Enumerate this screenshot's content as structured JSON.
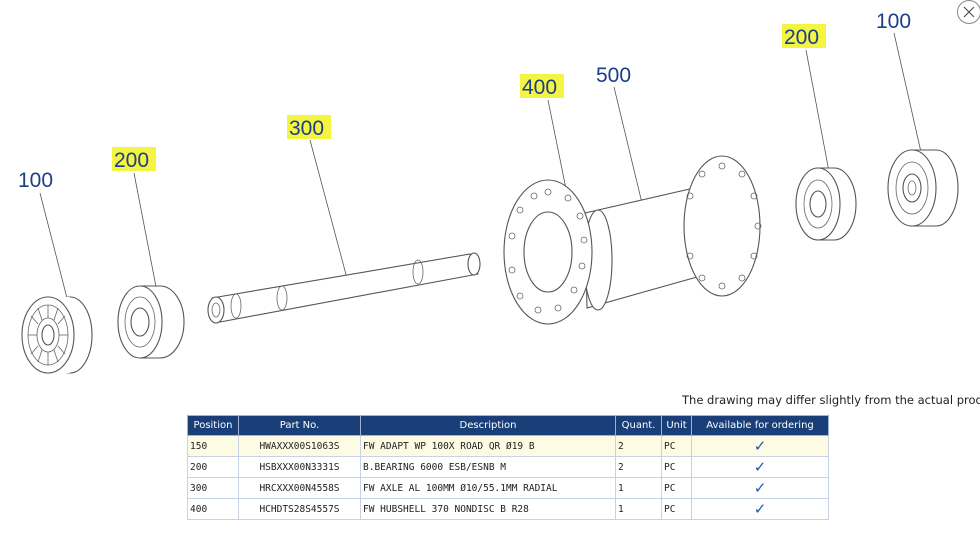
{
  "callouts": {
    "hub_left": "100",
    "bearing_left": "200",
    "axle": "300",
    "flange_left": "400",
    "hubshell": "500",
    "bearing_right": "200",
    "hub_right": "100"
  },
  "disclaimer": "The drawing may differ slightly from the actual product!",
  "table": {
    "headers": [
      "Position",
      "Part No.",
      "Description",
      "Quant.",
      "Unit",
      "Available for ordering"
    ],
    "rows": [
      {
        "position": "150",
        "part_no": "HWAXXX00S1063S",
        "description": "FW ADAPT WP 100X ROAD QR Ø19 B",
        "quantity": "2",
        "unit": "PC",
        "available": "✓"
      },
      {
        "position": "200",
        "part_no": "HSBXXX00N3331S",
        "description": "B.BEARING 6000 ESB/ESNB M",
        "quantity": "2",
        "unit": "PC",
        "available": "✓"
      },
      {
        "position": "300",
        "part_no": "HRCXXX00N4558S",
        "description": "FW AXLE AL 100MM Ø10/55.1MM RADIAL",
        "quantity": "1",
        "unit": "PC",
        "available": "✓"
      },
      {
        "position": "400",
        "part_no": "HCHDTS28S4557S",
        "description": "FW HUBSHELL 370 NONDISC B R28",
        "quantity": "1",
        "unit": "PC",
        "available": "✓"
      }
    ]
  },
  "colors": {
    "callout_text": "#1b3f86",
    "highlight": "#f4f442",
    "table_header": "#1a3f78",
    "check": "#1d57b8"
  }
}
